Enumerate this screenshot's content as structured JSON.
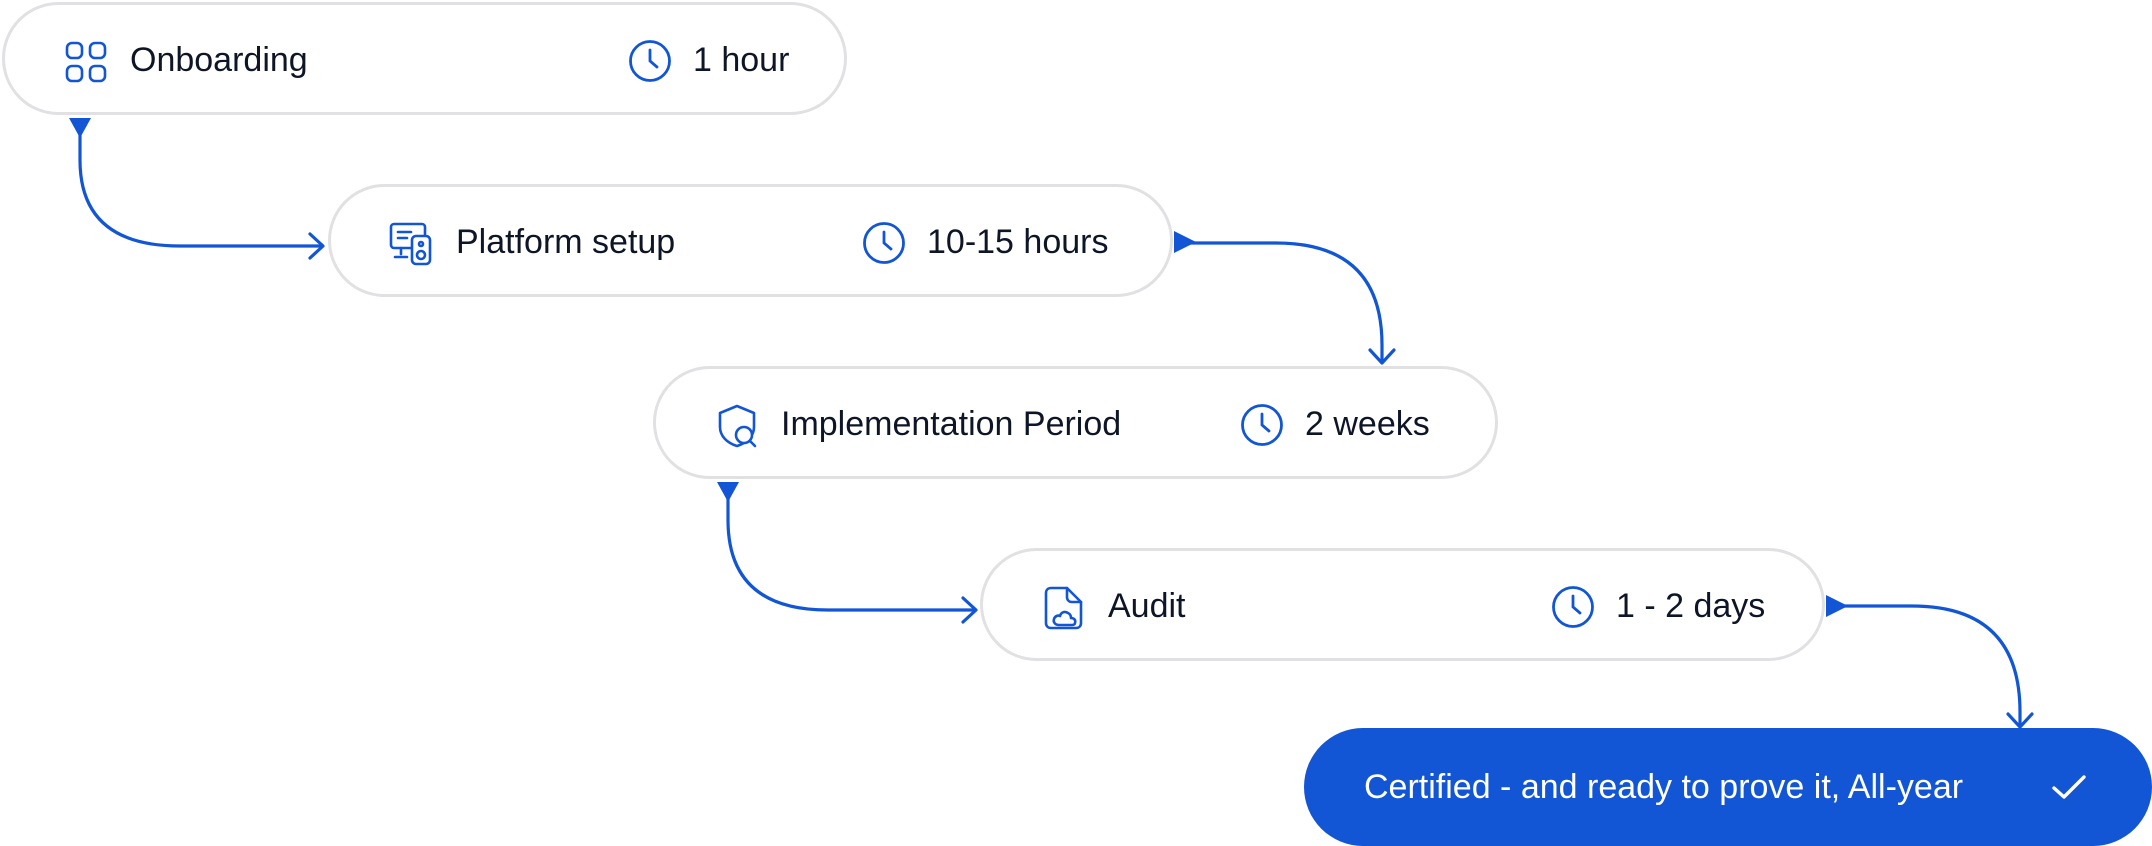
{
  "colors": {
    "accent": "#1256d6",
    "pill_border": "#e1e1e4",
    "text": "#0e1526",
    "final_text": "#ffffff"
  },
  "steps": [
    {
      "label": "Onboarding",
      "duration": "1 hour",
      "icon": "grid-icon"
    },
    {
      "label": "Platform setup",
      "duration": "10-15 hours",
      "icon": "server-monitor-icon"
    },
    {
      "label": "Implementation Period",
      "duration": "2 weeks",
      "icon": "shield-search-icon"
    },
    {
      "label": "Audit",
      "duration": "1 - 2 days",
      "icon": "document-cloud-icon"
    }
  ],
  "final": {
    "label": "Certified - and ready to prove it, All-year",
    "icon": "checkmark-icon"
  }
}
